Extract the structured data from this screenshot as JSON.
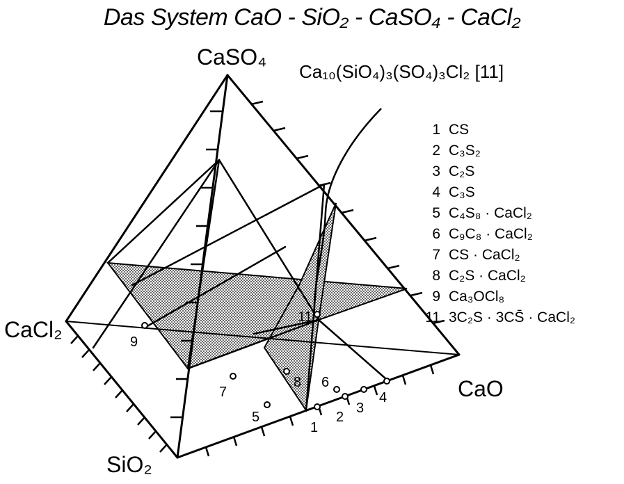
{
  "title": "Das System CaO - SiO₂ - CaSO₄ - CaCl₂",
  "vertices": {
    "caso4": "CaSO₄",
    "cacl2": "CaCl₂",
    "sio2": "SiO₂",
    "cao": "CaO"
  },
  "compound_formula": "Ca₁₀(SiO₄)₃(SO₄)₃Cl₂ [11]",
  "legend": [
    {
      "num": "1",
      "label": "CS"
    },
    {
      "num": "2",
      "label": "C₃S₂"
    },
    {
      "num": "3",
      "label": "C₂S"
    },
    {
      "num": "4",
      "label": "C₃S"
    },
    {
      "num": "5",
      "label": "C₄S₈ · CaCl₂"
    },
    {
      "num": "6",
      "label": "C₉C₈ · CaCl₂"
    },
    {
      "num": "7",
      "label": "CS · CaCl₂"
    },
    {
      "num": "8",
      "label": "C₂S · CaCl₂"
    },
    {
      "num": "9",
      "label": "Ca₃OCl₈"
    },
    {
      "num": "11",
      "label": "3C₂S · 3CS̄ · CaCl₂"
    }
  ],
  "point_labels": {
    "p1": "1",
    "p2": "2",
    "p3": "3",
    "p4": "4",
    "p5": "5",
    "p6": "6",
    "p7": "7",
    "p8": "8",
    "p9": "9",
    "p11": "11"
  }
}
